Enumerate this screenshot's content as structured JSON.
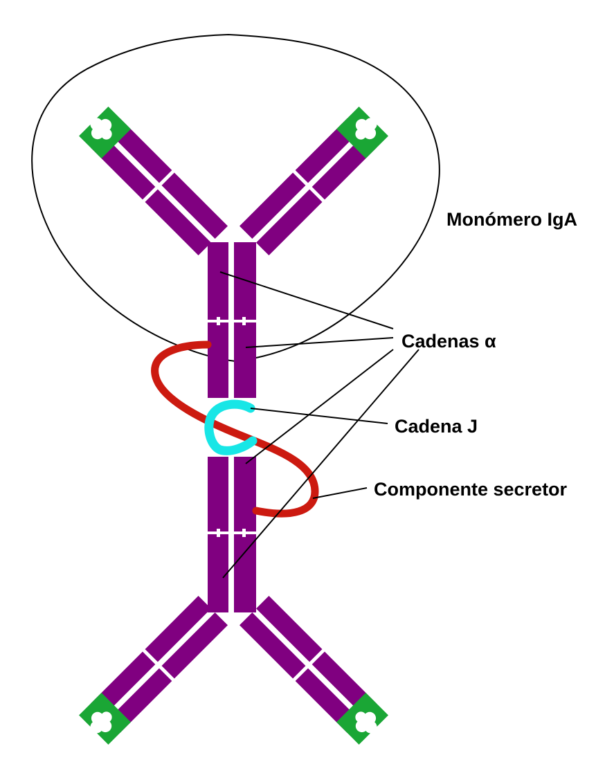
{
  "labels": {
    "monomer": "Monómero IgA",
    "alpha_chains": "Cadenas α",
    "j_chain": "Cadena J",
    "secretory_component": "Componente secretor"
  },
  "colors": {
    "heavy_chain": "#800080",
    "antigen_site": "#1aa635",
    "j_chain": "#18e6e6",
    "secretory_component": "#cc1a10",
    "outline": "#000000"
  }
}
